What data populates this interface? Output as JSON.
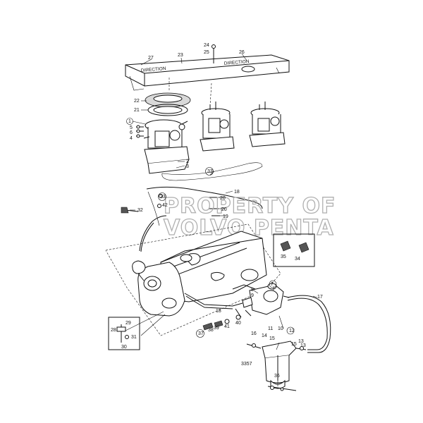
{
  "watermark": {
    "line1": "PROPERTY OF",
    "line2": "VOLVO PENTA"
  },
  "drawing_number": "3357",
  "panel_numbers": {
    "sensor_panel": [
      "35",
      "34"
    ],
    "bracket_panel": [
      "29",
      "28",
      "31",
      "30"
    ]
  },
  "callouts": [
    {
      "label": "24"
    },
    {
      "label": "25"
    },
    {
      "label": "27"
    },
    {
      "label": "23"
    },
    {
      "label": "26"
    },
    {
      "label": "22"
    },
    {
      "label": "21"
    },
    {
      "label": "1"
    },
    {
      "label": "5"
    },
    {
      "label": "6"
    },
    {
      "label": "4"
    },
    {
      "label": "2"
    },
    {
      "label": "3"
    },
    {
      "label": "33"
    },
    {
      "label": "33"
    },
    {
      "label": "18"
    },
    {
      "label": "20"
    },
    {
      "label": "42"
    },
    {
      "label": "20"
    },
    {
      "label": "19"
    },
    {
      "label": "32"
    },
    {
      "label": "7"
    },
    {
      "label": "17"
    },
    {
      "label": "8"
    },
    {
      "label": "9"
    },
    {
      "label": "18"
    },
    {
      "label": "41"
    },
    {
      "label": "40"
    },
    {
      "label": "39"
    },
    {
      "label": "38"
    },
    {
      "label": "37"
    },
    {
      "label": "11"
    },
    {
      "label": "10"
    },
    {
      "label": "12"
    },
    {
      "label": "16"
    },
    {
      "label": "14"
    },
    {
      "label": "15"
    },
    {
      "label": "13"
    },
    {
      "label": "15"
    },
    {
      "label": "13"
    },
    {
      "label": "36"
    }
  ]
}
